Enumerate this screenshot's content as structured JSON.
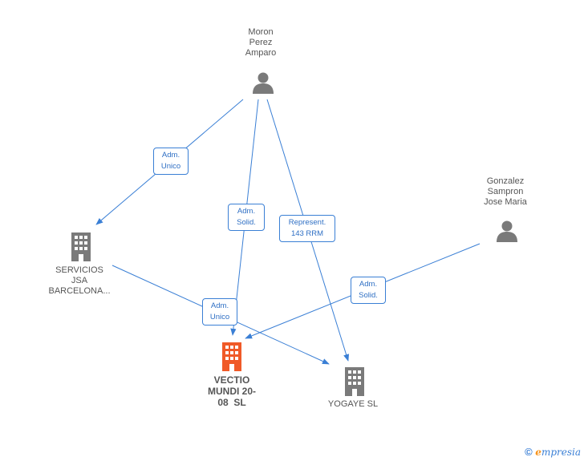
{
  "colors": {
    "edge": "#3a7fd5",
    "person": "#7a7a7a",
    "company": "#7a7a7a",
    "focus": "#f05a28"
  },
  "nodes": {
    "moron": {
      "lines": [
        "Moron",
        "Perez",
        "Amparo"
      ],
      "icon": "person-icon"
    },
    "gonzalez": {
      "lines": [
        "Gonzalez",
        "Sampron",
        "Jose Maria"
      ],
      "icon": "person-icon"
    },
    "servicios": {
      "lines": [
        "SERVICIOS",
        "JSA",
        "BARCELONA..."
      ],
      "icon": "building-icon"
    },
    "vectio": {
      "lines": [
        "VECTIO",
        "MUNDI 20-",
        "08  SL"
      ],
      "icon": "building-icon"
    },
    "yogaye": {
      "lines": [
        "YOGAYE SL"
      ],
      "icon": "building-icon"
    }
  },
  "edges": [
    {
      "id": "moron-servicios",
      "lines": [
        "Adm.",
        "Unico"
      ]
    },
    {
      "id": "moron-vectio",
      "lines": [
        "Adm.",
        "Solid."
      ]
    },
    {
      "id": "moron-yogaye",
      "lines": [
        "Represent.",
        "143 RRM"
      ]
    },
    {
      "id": "gonzalez-vectio",
      "lines": [
        "Adm.",
        "Solid."
      ]
    },
    {
      "id": "servicios-yogaye",
      "lines": [
        "Adm.",
        "Unico"
      ]
    }
  ],
  "footer": {
    "copyright": "©",
    "brand_first": "e",
    "brand_rest": "mpresia"
  }
}
